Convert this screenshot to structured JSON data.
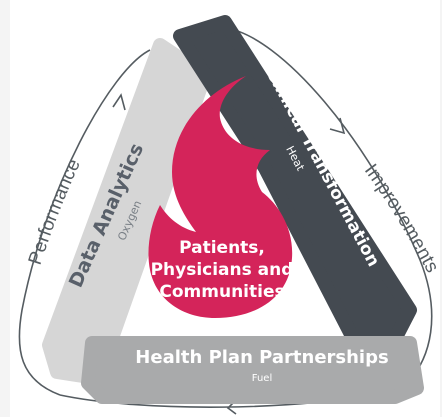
{
  "colors": {
    "analytics": "#d6d6d6",
    "transformation": "#444a51",
    "partnerships": "#a9aaab",
    "center": "#d4245a",
    "arrow": "#555c61",
    "background": "#f4f4f4"
  },
  "cycle": {
    "left_label": "Performance",
    "right_label": "Improvements"
  },
  "segments": {
    "data_analytics": {
      "title": "Data Analytics",
      "subtitle": "Oxygen"
    },
    "clinical_transformation": {
      "title": "Clinical Transformation",
      "subtitle": "Heat"
    },
    "health_plan_partnerships": {
      "title": "Health Plan Partnerships",
      "subtitle": "Fuel"
    }
  },
  "center": {
    "line1": "Patients,",
    "line2": "Physicians and",
    "line3": "Communities"
  }
}
